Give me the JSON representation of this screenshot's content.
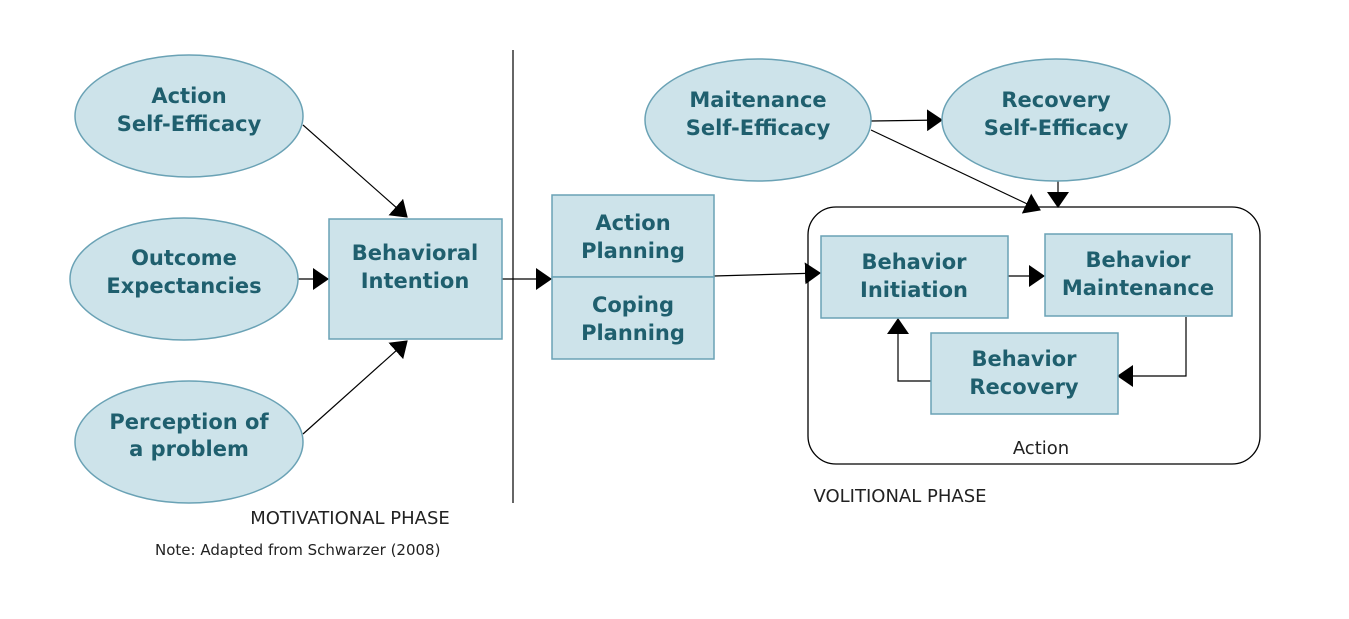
{
  "nodes": {
    "action_self_efficacy": [
      "Action",
      "Self-Efficacy"
    ],
    "outcome_expectancies": [
      "Outcome",
      "Expectancies"
    ],
    "perception_of_problem": [
      "Perception of",
      "a problem"
    ],
    "behavioral_intention": [
      "Behavioral",
      "Intention"
    ],
    "action_planning": [
      "Action",
      "Planning"
    ],
    "coping_planning": [
      "Coping",
      "Planning"
    ],
    "maintenance_self_efficacy": [
      "Maitenance",
      "Self-Efficacy"
    ],
    "recovery_self_efficacy": [
      "Recovery",
      "Self-Efficacy"
    ],
    "behavior_initiation": [
      "Behavior",
      "Initiation"
    ],
    "behavior_maintenance": [
      "Behavior",
      "Maintenance"
    ],
    "behavior_recovery": [
      "Behavior",
      "Recovery"
    ]
  },
  "labels": {
    "action_container": "Action",
    "motivational_phase": "MOTIVATIONAL PHASE",
    "volitional_phase": "VOLITIONAL PHASE",
    "note": "Note: Adapted from Schwarzer (2008)"
  },
  "colors": {
    "fill": "#cde3ea",
    "stroke": "#6aa2b5",
    "text": "#1f5f6e"
  }
}
